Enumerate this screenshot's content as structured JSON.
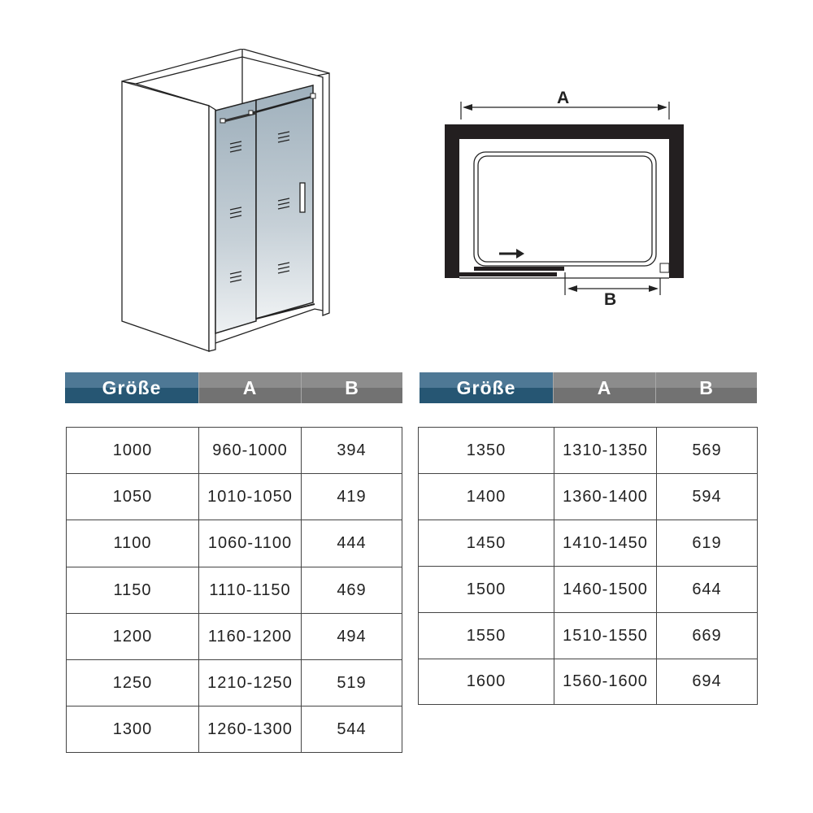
{
  "diagrams": {
    "perspective": {
      "label": "shower-enclosure-perspective-drawing",
      "glass_color": "#b7c3cc",
      "frame_color": "#1a1a1a"
    },
    "plan": {
      "dimension_a_label": "A",
      "dimension_b_label": "B",
      "wall_color": "#231f20"
    }
  },
  "colors": {
    "header_size_bg": "#265673",
    "header_size_bg_light": "#4e7895",
    "header_ab_bg": "#727272",
    "header_ab_bg_light": "#8c8c8c",
    "header_text": "#ffffff",
    "table_border": "#444444"
  },
  "table_left": {
    "headers": [
      "Größe",
      "A",
      "B"
    ],
    "rows": [
      [
        "1000",
        "960-1000",
        "394"
      ],
      [
        "1050",
        "1010-1050",
        "419"
      ],
      [
        "1100",
        "1060-1100",
        "444"
      ],
      [
        "1150",
        "1110-1150",
        "469"
      ],
      [
        "1200",
        "1160-1200",
        "494"
      ],
      [
        "1250",
        "1210-1250",
        "519"
      ],
      [
        "1300",
        "1260-1300",
        "544"
      ]
    ]
  },
  "table_right": {
    "headers": [
      "Größe",
      "A",
      "B"
    ],
    "rows": [
      [
        "1350",
        "1310-1350",
        "569"
      ],
      [
        "1400",
        "1360-1400",
        "594"
      ],
      [
        "1450",
        "1410-1450",
        "619"
      ],
      [
        "1500",
        "1460-1500",
        "644"
      ],
      [
        "1550",
        "1510-1550",
        "669"
      ],
      [
        "1600",
        "1560-1600",
        "694"
      ]
    ]
  }
}
